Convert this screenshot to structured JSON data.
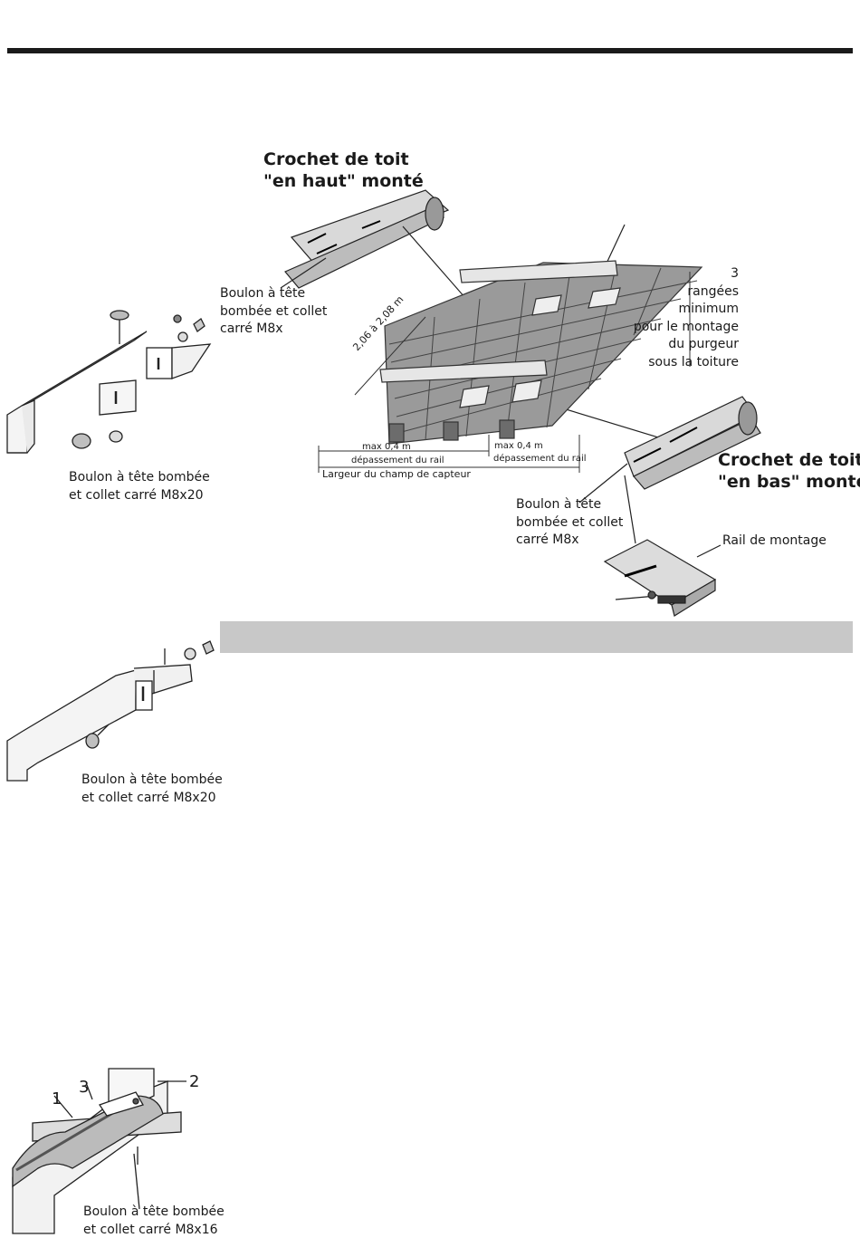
{
  "hooks": {
    "top_heading": "Crochet de toit\n\"en haut\" monté",
    "bottom_heading": "Crochet de toit\n\"en bas\" monté"
  },
  "labels": {
    "bolt_m8x_top": "Boulon à tête\nbombée et collet\ncarré M8x",
    "bolt_m8x_bottom": "Boulon à tête\nbombée et collet\ncarré M8x",
    "bolt_m8x20_a": "Boulon à tête bombée\net collet carré M8x20",
    "bolt_m8x20_b": "Boulon à tête bombée\net collet carré M8x20",
    "bolt_m8x16": "Boulon à tête bombée\net collet carré M8x16",
    "rows_note": "3\nrangées\nminimum\npour le montage\ndu purgeur\nsous la toiture",
    "rail": "Rail de montage"
  },
  "dimensions": {
    "diagonal": "2,06 à 2,08 m",
    "max_left": "max 0,4 m",
    "overhang_left": "dépassement du rail",
    "max_right": "max 0,4 m",
    "overhang_right": "dépassement du rail",
    "field_width": "Largeur du champ de capteur"
  },
  "callouts": {
    "n1": "1",
    "n2": "2",
    "n3": "3"
  }
}
